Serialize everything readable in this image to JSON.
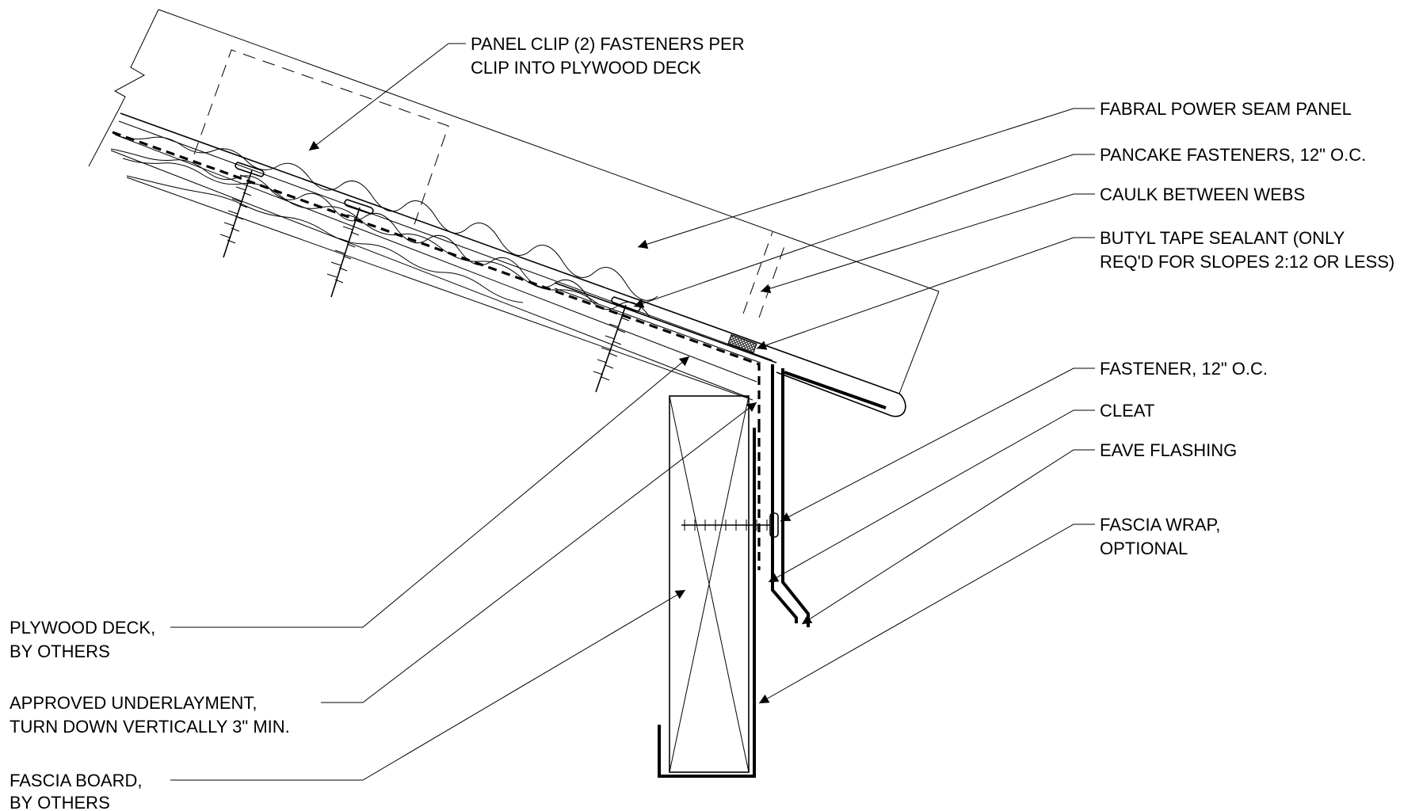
{
  "labels": {
    "panel_clip": [
      "PANEL CLIP (2) FASTENERS PER",
      "CLIP INTO PLYWOOD DECK"
    ],
    "panel": [
      "FABRAL POWER SEAM PANEL"
    ],
    "pancake": [
      "PANCAKE FASTENERS, 12\" O.C."
    ],
    "caulk": [
      "CAULK BETWEEN WEBS"
    ],
    "butyl": [
      "BUTYL TAPE SEALANT (ONLY",
      "REQ'D FOR SLOPES 2:12 OR LESS)"
    ],
    "fastener": [
      "FASTENER, 12\" O.C."
    ],
    "cleat": [
      "CLEAT"
    ],
    "eave": [
      "EAVE FLASHING"
    ],
    "fascia_wrap": [
      "FASCIA WRAP,",
      "OPTIONAL"
    ],
    "plywood": [
      "PLYWOOD DECK,",
      "BY OTHERS"
    ],
    "underlayment": [
      "APPROVED UNDERLAYMENT,",
      "TURN DOWN VERTICALLY 3\" MIN."
    ],
    "fascia_board": [
      "FASCIA BOARD,",
      "BY OTHERS"
    ]
  }
}
